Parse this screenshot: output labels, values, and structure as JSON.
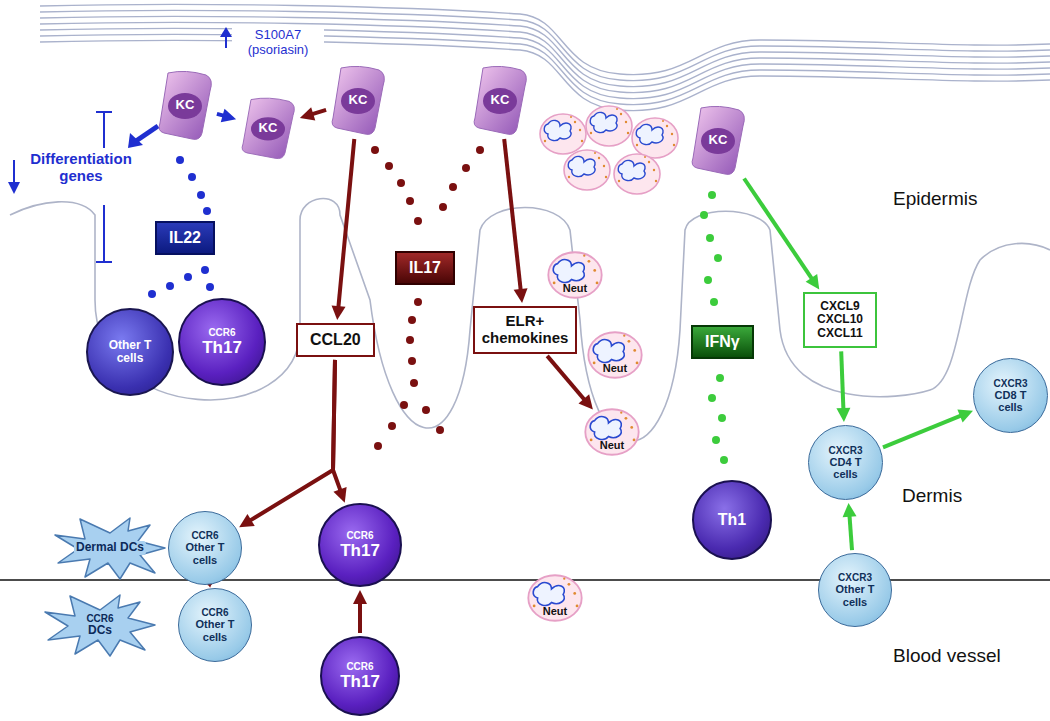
{
  "diagram": {
    "nodes": [
      {
        "text": [
          "KC"
        ]
      },
      {
        "text": [
          "KC"
        ]
      },
      {
        "text": [
          "KC"
        ]
      },
      {
        "text": [
          "KC"
        ]
      },
      {
        "text": [
          "KC"
        ]
      },
      {
        "text": [
          "IL22"
        ]
      },
      {
        "text": [
          "IL17"
        ]
      },
      {
        "text": [
          "CCL20"
        ]
      },
      {
        "text": [
          "ELR+ chemokines"
        ]
      },
      {
        "text": [
          "Neut"
        ]
      },
      {
        "text": [
          "IFNγ"
        ]
      },
      {
        "text": [
          "CXCL9",
          "CXCL10",
          "CXCL11"
        ]
      },
      {
        "text": [
          "Neut"
        ]
      },
      {
        "text": [
          "Other T cells"
        ]
      },
      {
        "text": [
          "CCR6",
          "Th17"
        ]
      },
      {
        "text": [
          "CXCR3",
          "CD8 T cells"
        ]
      },
      {
        "text": [
          "Neut"
        ]
      },
      {
        "text": [
          "CXCR3",
          "CD4 T cells"
        ]
      },
      {
        "text": [
          "Dermal DCs"
        ]
      },
      {
        "text": [
          "CCR6",
          "Other T cells"
        ]
      },
      {
        "text": [
          "CCR6",
          "Th17"
        ]
      },
      {
        "text": [
          "Th1"
        ]
      },
      {
        "text": [
          "Neut"
        ]
      },
      {
        "text": [
          "CCR6",
          "DCs"
        ]
      },
      {
        "text": [
          "CCR6",
          "Other T cells"
        ]
      },
      {
        "text": [
          "CXCR3",
          "Other T cells"
        ]
      },
      {
        "text": [
          "CCR6",
          "Th17"
        ]
      }
    ],
    "edges": [
      {
        "from": 0,
        "to": 1,
        "arrow": "to"
      },
      {
        "from": 2,
        "to": 1,
        "arrow": "to"
      },
      {
        "from": 2,
        "to": 7,
        "arrow": "to"
      },
      {
        "from": 3,
        "to": 8,
        "arrow": "to"
      },
      {
        "from": 8,
        "to": 16,
        "arrow": "to"
      },
      {
        "from": 7,
        "to": 19,
        "arrow": "to"
      },
      {
        "from": 7,
        "to": 20,
        "arrow": "to"
      },
      {
        "from": 26,
        "to": 20,
        "arrow": "to"
      },
      {
        "from": 24,
        "to": 19,
        "arrow": "to"
      },
      {
        "from": 4,
        "to": 11,
        "arrow": "to"
      },
      {
        "from": 11,
        "to": 17,
        "arrow": "to"
      },
      {
        "from": 25,
        "to": 17,
        "arrow": "to"
      },
      {
        "from": 17,
        "to": 15,
        "arrow": "to"
      }
    ],
    "labels": [
      "S100A7 (psoriasin)",
      "Differentiation genes",
      "Epidermis",
      "Dermis",
      "Blood vessel"
    ]
  }
}
